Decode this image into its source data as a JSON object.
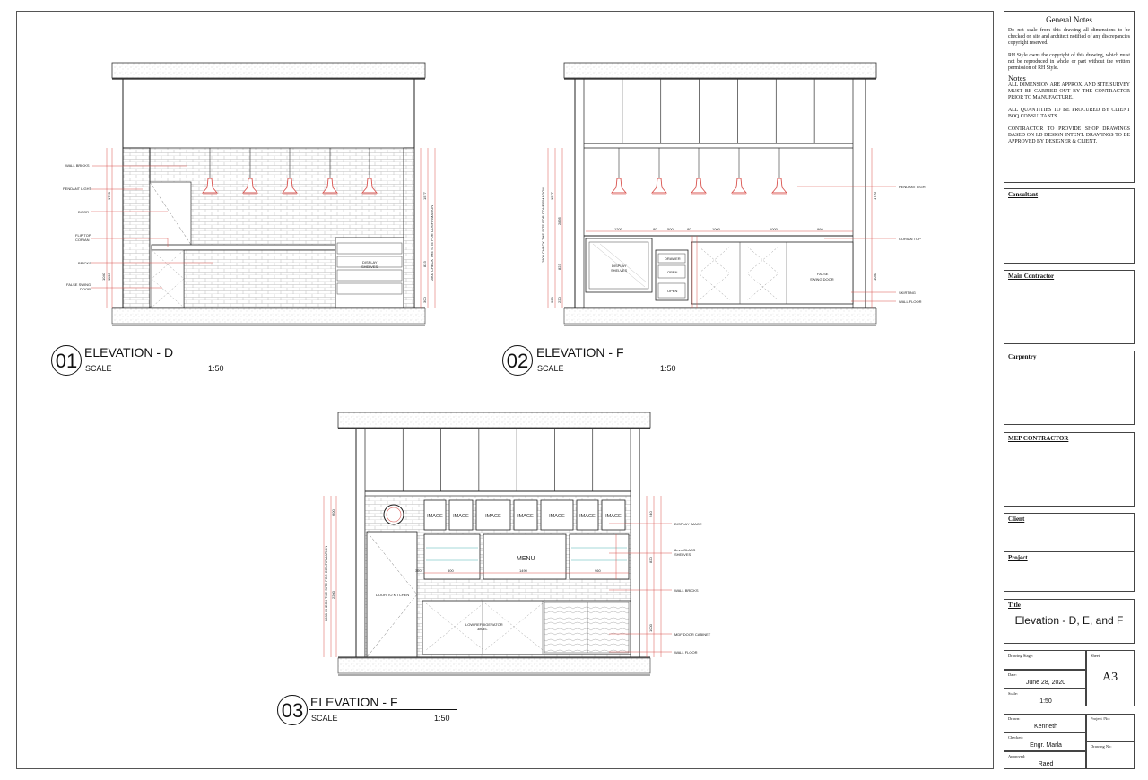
{
  "general_notes": {
    "title": "General Notes",
    "para1": "Do not scale from this drawing all dimensions to be checked on site and architect notified of any discrepancies copyright reserved.",
    "para2": "RH Style owns the copyright of this drawing, which must not be reproduced in whole or part without the written permission of RH Style.",
    "notes_heading": "Notes",
    "note1": "ALL DIMENSION ARE APPROX. AND SITE SURVEY MUST BE CARRIED OUT BY THE CONTRACTOR PRIOR TO MANUFACTURE.",
    "note2": "ALL QUANTITIES TO BE PROCURED BY CLIENT BOQ CONSULTANTS.",
    "note3": "CONTRACTOR TO PROVIDE SHOP DRAWINGS BASED ON I.D DESIGN INTENT. DRAWINGS TO BE APPROVED BY DESIGNER & CLIENT."
  },
  "boxes": {
    "consultant": "Consultant",
    "main_contractor": "Main Contractor",
    "carpentry": "Carpentry",
    "mep": "MEP CONTRACTOR",
    "client": "Client",
    "project": "Project",
    "title_label": "Title",
    "title_value": "Elevation - D, E, and F"
  },
  "title_block": {
    "drawing_stage_label": "Drawing Stage:",
    "sheet_label": "Sheet:",
    "sheet_value": "A3",
    "date_label": "Date:",
    "date_value": "June 28, 2020",
    "scale_label": "Scale:",
    "scale_value": "1:50",
    "drawn_label": "Drawn:",
    "drawn_value": "Kenneth",
    "project_no_label": "Project /No:",
    "checked_label": "Checked:",
    "checked_value": "Engr. Marla",
    "drawing_no_label": "Drawing No:",
    "approved_label": "Approved:",
    "approved_value": "Raed"
  },
  "elevations": [
    {
      "number": "01",
      "name": "ELEVATION - D",
      "scale_label": "SCALE",
      "scale": "1:50"
    },
    {
      "number": "02",
      "name": "ELEVATION - F",
      "scale_label": "SCALE",
      "scale": "1:50"
    },
    {
      "number": "03",
      "name": "ELEVATION - F",
      "scale_label": "SCALE",
      "scale": "1:50"
    }
  ],
  "labels_d": {
    "wall_bricks": "WALL BRICKS",
    "pendant": "PENDANT LIGHT",
    "door": "DOOR",
    "flip_top": "FLIP TOP",
    "corian": "CORIAN",
    "bricks": "BRICKS",
    "false_door": "FALSE SWING",
    "false_door2": "DOOR",
    "display": "DISPLAY",
    "shelves": "SHELVES",
    "dim1": "1720",
    "dim2": "1100",
    "dim3": "1040",
    "dim4": "1577",
    "dim5": "823",
    "dim6": "300",
    "check": "2800 CHECK THE SITE FOR CONFIRMATION"
  },
  "labels_f": {
    "pendant": "PENDANT LIGHT",
    "corian": "CORIAN TOP",
    "skirting": "SKIRTING",
    "wall_floor": "WALL FLOOR",
    "display": "DISPLAY",
    "shelves": "SHELVES",
    "drawer": "DRAWER",
    "open1": "OPEN",
    "open2": "OPEN",
    "false_door": "FALSE",
    "false_door2": "SWING DOOR",
    "d1": "1200",
    "d2": "80",
    "d3": "500",
    "d4": "80",
    "d5": "1000",
    "d6": "1000",
    "d7": "960",
    "check": "2800 CHECK THE SITE FOR CONFIRMATION",
    "v1": "1577",
    "v2": "1720",
    "v3": "2895",
    "v4": "823",
    "v5": "1040",
    "v6": "300",
    "v7": "220"
  },
  "labels_f2": {
    "image": "IMAGE",
    "menu": "MENU",
    "door_kitchen": "DOOR TO KITCHEN",
    "low_ref": "LOW REFRIGERATOR",
    "ref2": "380EL",
    "display_image": "DISPLAY IMAGE",
    "glass": "8mm GLASS",
    "glass2": "SHELVES",
    "wall_bricks": "WALL BRICKS",
    "mdf": "MDF DOOR CABINET",
    "wall_floor": "WALL FLOOR",
    "d1": "500",
    "d2": "1490",
    "d3": "960",
    "d4": "350",
    "check": "2800 CHECK THE SITE FOR CONFIRMATION",
    "v1": "600",
    "v2": "2200",
    "v3": "940",
    "v4": "820",
    "v5": "1000"
  },
  "colors": {
    "accent": "#d9534f",
    "line": "#222222",
    "brick": "#9a9a9a",
    "glass": "#4fb3b3"
  }
}
